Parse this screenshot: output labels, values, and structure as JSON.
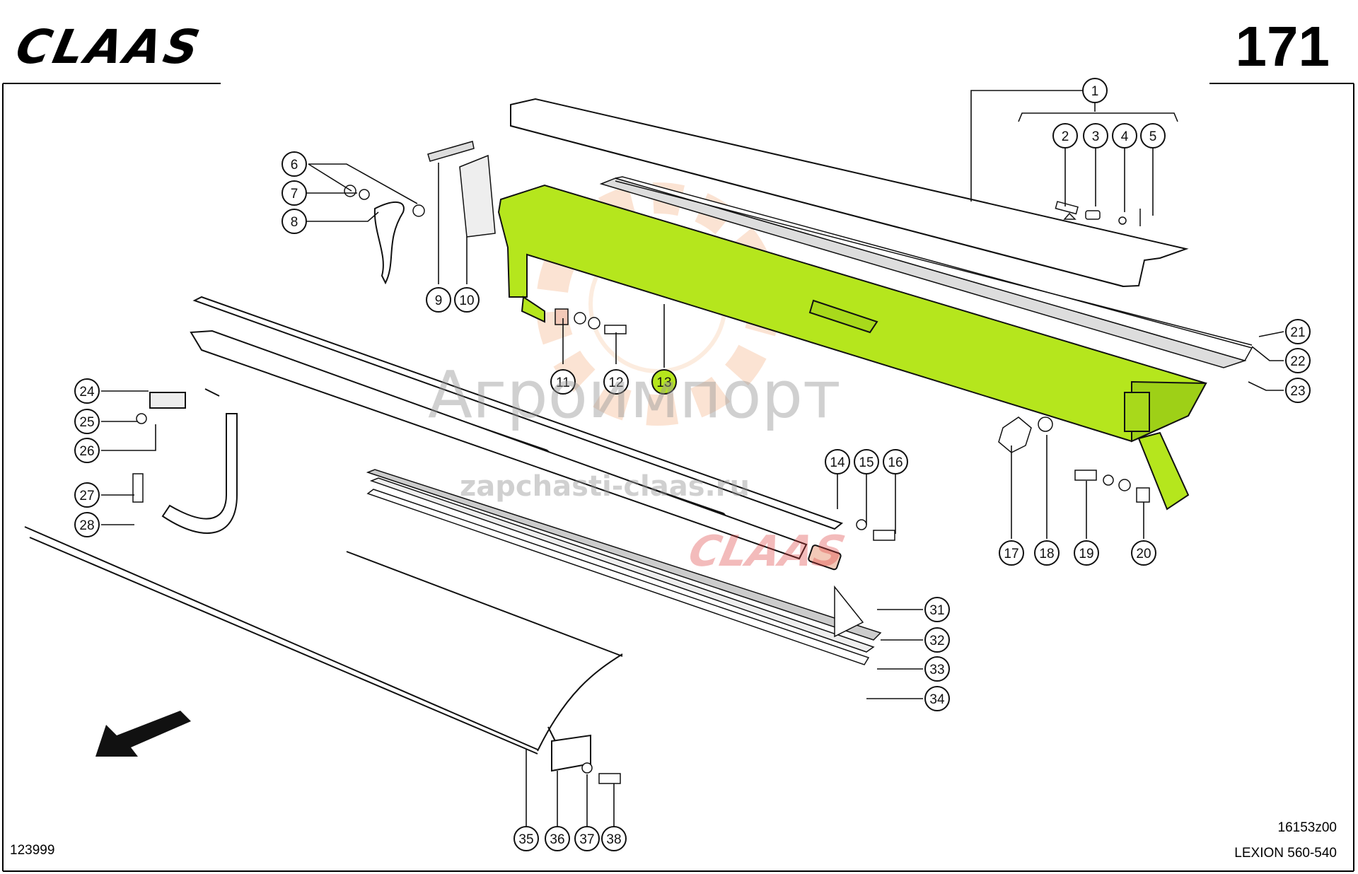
{
  "header": {
    "brand": "CLAAS",
    "page_number": "171"
  },
  "footer": {
    "drawing_code": "123999",
    "figure_code": "16153z00",
    "model": "LEXION 560-540"
  },
  "watermark": {
    "company": "Агроимпорт",
    "url": "zapchasti-claas.ru",
    "brand": "CLAAS"
  },
  "colors": {
    "highlight": "#b5e61d",
    "line": "#111111",
    "watermark_gear": "#f4b183"
  },
  "diagram": {
    "highlighted_part": "13",
    "callouts": [
      "1",
      "2",
      "3",
      "4",
      "5",
      "6",
      "7",
      "8",
      "9",
      "10",
      "11",
      "12",
      "13",
      "14",
      "15",
      "16",
      "17",
      "18",
      "19",
      "20",
      "21",
      "22",
      "23",
      "24",
      "25",
      "26",
      "27",
      "28",
      "31",
      "32",
      "33",
      "34",
      "35",
      "36",
      "37",
      "38"
    ]
  }
}
